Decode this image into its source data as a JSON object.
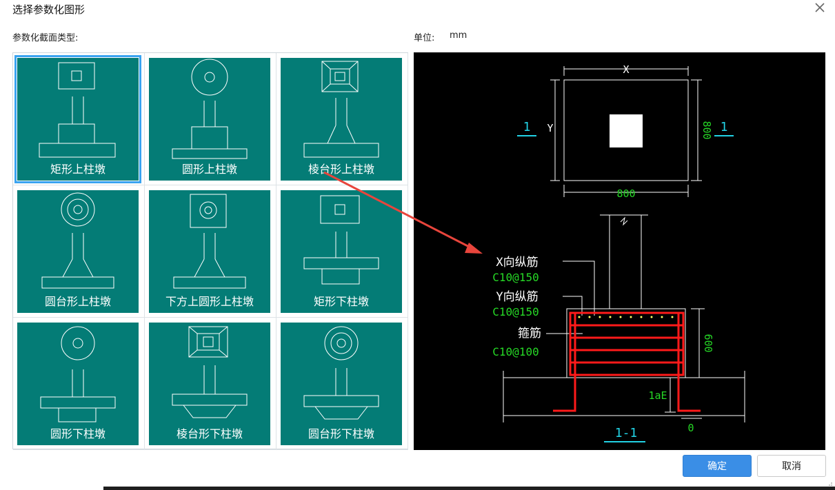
{
  "dialog": {
    "title": "选择参数化图形",
    "section_label": "参数化截面类型:",
    "unit_label": "单位:",
    "unit_value": "mm",
    "ok_label": "确定",
    "cancel_label": "取消"
  },
  "colors": {
    "tile_bg": "#047c76",
    "selected_border": "#3aa3f0",
    "primary_button": "#3a8ee6",
    "preview_bg": "#000000",
    "dimension_white": "#ffffff",
    "annotation_cyan": "#22d3e6",
    "annotation_green": "#26d926",
    "rebar_red": "#ff1a1a",
    "arrow_red": "#e8453c"
  },
  "tiles": [
    {
      "label": "矩形上柱墩",
      "selected": true
    },
    {
      "label": "圆形上柱墩",
      "selected": false
    },
    {
      "label": "棱台形上柱墩",
      "selected": false
    },
    {
      "label": "圆台形上柱墩",
      "selected": false
    },
    {
      "label": "下方上圆形上柱墩",
      "selected": false
    },
    {
      "label": "矩形下柱墩",
      "selected": false
    },
    {
      "label": "圆形下柱墩",
      "selected": false
    },
    {
      "label": "棱台形下柱墩",
      "selected": false
    },
    {
      "label": "圆台形下柱墩",
      "selected": false
    }
  ],
  "preview": {
    "dim_x": "X",
    "dim_y": "Y",
    "dim_width": "800",
    "dim_height": "800",
    "section_mark_left": "1",
    "section_mark_right": "1",
    "x_rebar_label": "X向纵筋",
    "x_rebar_spec": "C10@150",
    "y_rebar_label": "Y向纵筋",
    "y_rebar_spec": "C10@150",
    "stirrup_label": "箍筋",
    "stirrup_spec": "C10@100",
    "depth_dim": "600",
    "anchor_label": "1aE",
    "cover_dim": "0",
    "section_title": "1-1"
  }
}
